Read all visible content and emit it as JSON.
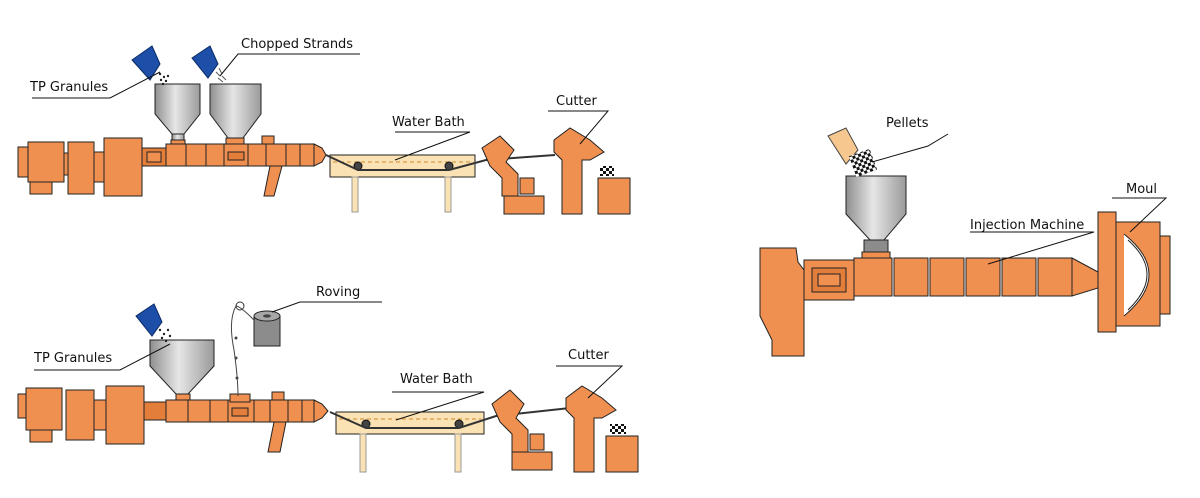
{
  "labels": {
    "top_tp_granules": "TP Granules",
    "top_chopped_strands": "Chopped Strands",
    "top_water_bath": "Water Bath",
    "top_cutter": "Cutter",
    "bottom_tp_granules": "TP Granules",
    "bottom_roving": "Roving",
    "bottom_water_bath": "Water Bath",
    "bottom_cutter": "Cutter",
    "pellets": "Pellets",
    "injection_machine": "Injection Machine",
    "mould": "Moul"
  },
  "colors": {
    "machine_orange": "#f09050",
    "machine_orange_dark": "#e27e3a",
    "hopper_gray": "#b8b8b8",
    "water_bath": "#fbe2b4",
    "scoop_blue": "#1d4fa8",
    "scoop_beige": "#f6c88f"
  }
}
